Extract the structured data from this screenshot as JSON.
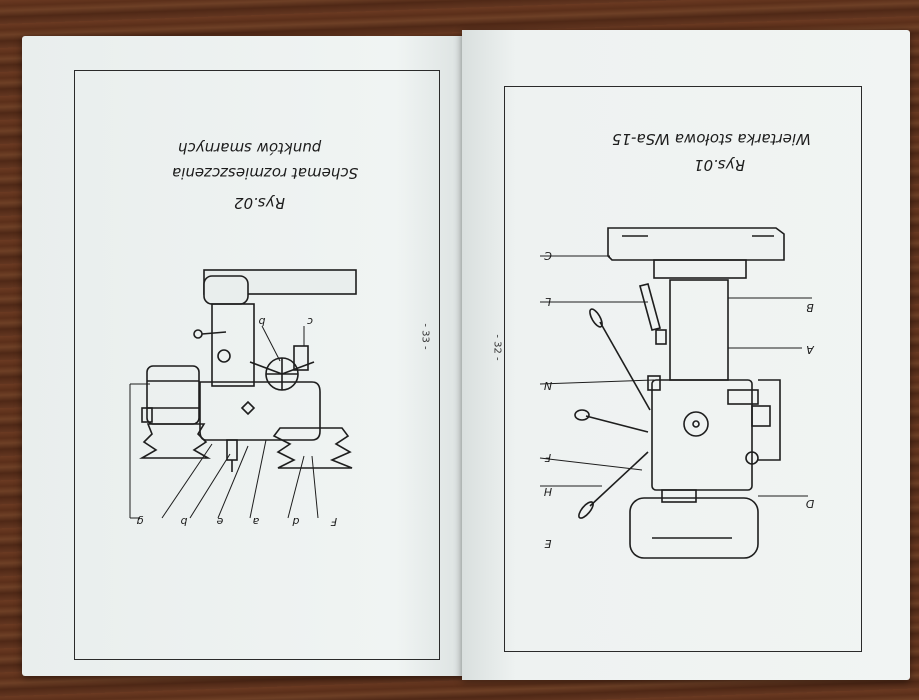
{
  "left_page": {
    "figure_number": "Rys.02",
    "caption_line1": "Schemat rozmieszczenia",
    "caption_line2": "punktów smarnych",
    "page_number": "- 33 -",
    "labels_bottom": [
      "F",
      "d",
      "a",
      "e",
      "b",
      "g"
    ],
    "labels_top": [
      "c",
      "b"
    ]
  },
  "right_page": {
    "figure_number": "Rys.01",
    "caption": "Wiertarka stołowa WSa-15",
    "page_number": "- 32 -",
    "labels_left": [
      "C",
      "L",
      "N",
      "F",
      "H",
      "E"
    ],
    "labels_right": [
      "B",
      "A",
      "D"
    ]
  }
}
